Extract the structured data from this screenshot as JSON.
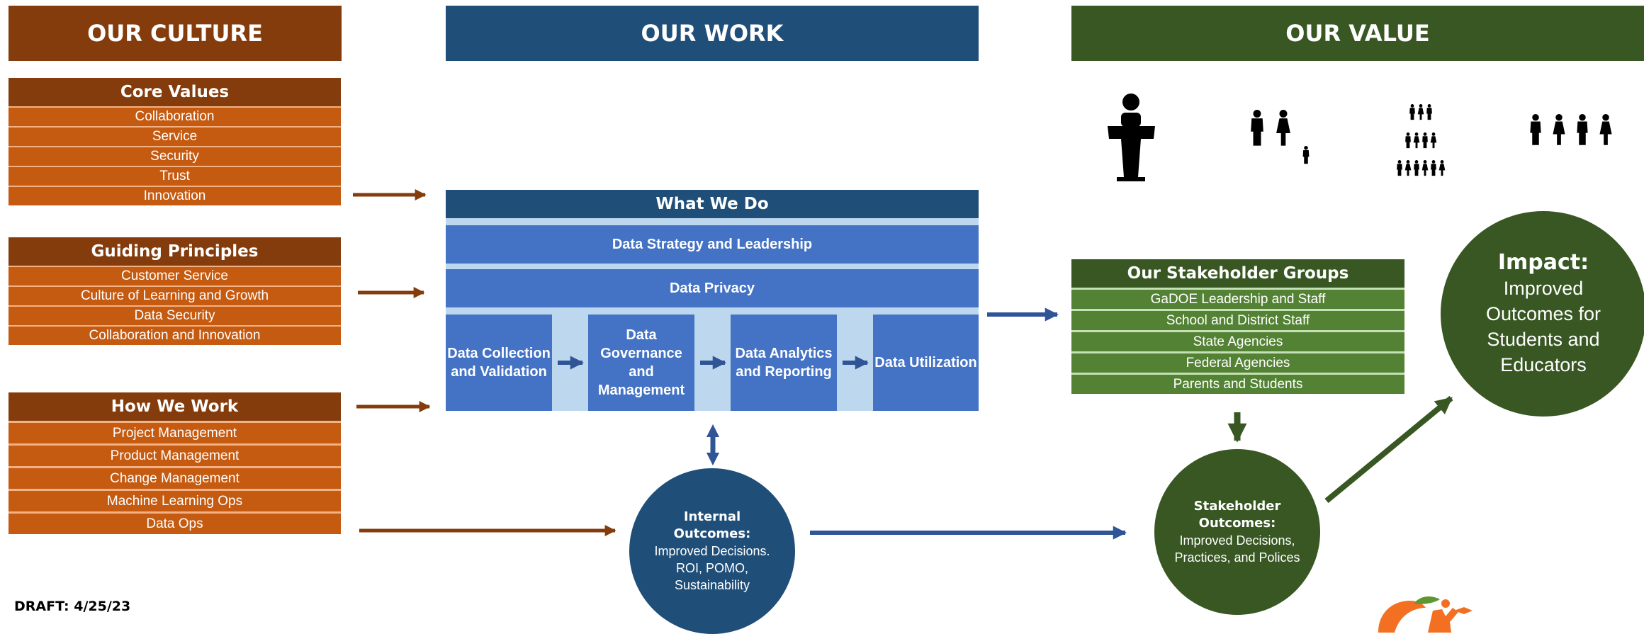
{
  "colors": {
    "culture_dark": "#843c0c",
    "culture_row": "#c55a11",
    "culture_line": "#f4b183",
    "work_dark": "#1f4e79",
    "work_mid": "#4472c4",
    "work_light": "#bdd7ee",
    "value_dark": "#385723",
    "value_row": "#548235",
    "value_line": "#c5e0b4"
  },
  "banners": {
    "culture": "OUR CULTURE",
    "work": "OUR WORK",
    "value": "OUR VALUE"
  },
  "core_values": {
    "title": "Core Values",
    "items": [
      "Collaboration",
      "Service",
      "Security",
      "Trust",
      "Innovation"
    ]
  },
  "guiding_principles": {
    "title": "Guiding Principles",
    "items": [
      "Customer Service",
      "Culture of Learning and Growth",
      "Data Security",
      "Collaboration and Innovation"
    ]
  },
  "how_we_work": {
    "title": "How We Work",
    "items": [
      "Project Management",
      "Product Management",
      "Change Management",
      "Machine Learning Ops",
      "Data Ops"
    ]
  },
  "what_we_do": {
    "title": "What We Do",
    "strategy": "Data Strategy and Leadership",
    "privacy": "Data Privacy",
    "steps": [
      "Data Collection and Validation",
      "Data Governance and Management",
      "Data Analytics and Reporting",
      "Data Utilization"
    ]
  },
  "internal_outcomes": {
    "title": "Internal Outcomes:",
    "body": "Improved Decisions. ROI, POMO, Sustainability"
  },
  "stakeholder_groups": {
    "title": "Our Stakeholder Groups",
    "items": [
      "GaDOE Leadership and Staff",
      "School and District Staff",
      "State Agencies",
      "Federal Agencies",
      "Parents and Students"
    ]
  },
  "stakeholder_outcomes": {
    "title": "Stakeholder Outcomes:",
    "body": "Improved Decisions, Practices, and Polices"
  },
  "impact": {
    "title": "Impact:",
    "body": "Improved Outcomes for Students and Educators"
  },
  "stakeholder_icons": [
    "speaker-podium-icon",
    "family-icon",
    "crowd-icon",
    "group-icon"
  ],
  "draft_label": "DRAFT: 4/25/23"
}
